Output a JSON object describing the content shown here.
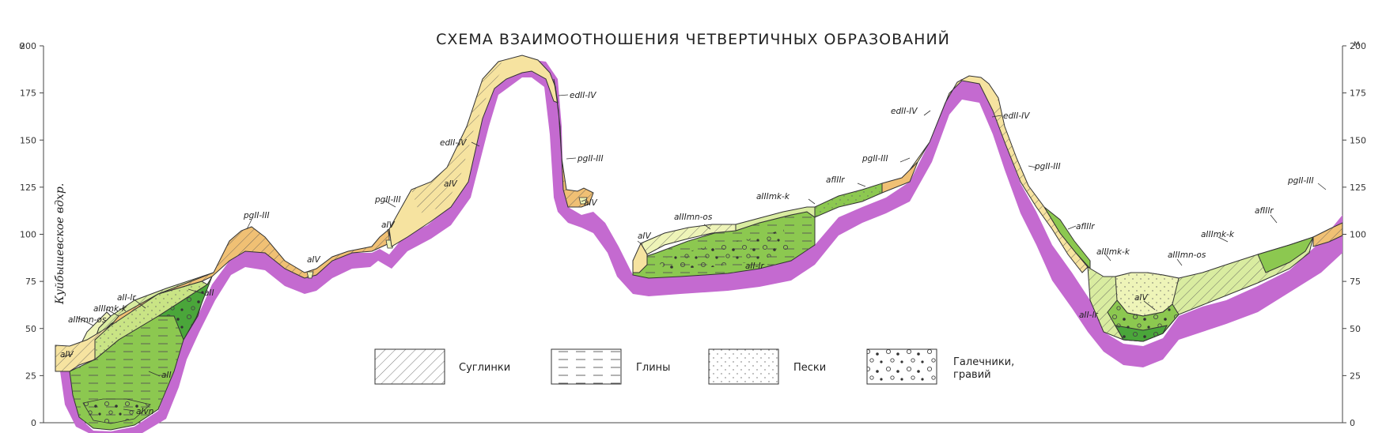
{
  "title": "СХЕМА ВЗАИМООТНОШЕНИЯ  ЧЕТВЕРТИЧНЫХ ОБРАЗОВАНИЙ",
  "axis": {
    "unit": "м",
    "ticks": [
      "0",
      "25",
      "50",
      "75",
      "100",
      "125",
      "150",
      "175",
      "200"
    ]
  },
  "reservoir_label": "Куйбышевское вдхр.",
  "layer_labels": {
    "aIV": "aIV",
    "aIIImn_os": "aIIImn-os",
    "aIIImk_k": "aIIImk-k",
    "aII_lr": "aII-lr",
    "aII": "aII",
    "aIvn": "aIvn",
    "pgII_III": "pgII-III",
    "edII_IV": "edII-IV",
    "afIIlr": "afIIlr"
  },
  "legend": [
    {
      "key": "loam",
      "label": "Суглинки"
    },
    {
      "key": "clay",
      "label": "Глины"
    },
    {
      "key": "sand",
      "label": "Пески"
    },
    {
      "key": "gravel",
      "label": "Галечники,",
      "label2": "гравий"
    }
  ],
  "colors": {
    "bedrock": "#c46ad0",
    "bedrock_light": "#dca3e0",
    "colluvium": "#f0c074",
    "eluvium": "#f6e3a0",
    "alluvium_light": "#eef4b8",
    "alluvium_mid": "#c9e485",
    "alluvium": "#8cc850",
    "alluvium_dark": "#4aa63a",
    "line": "#333333"
  }
}
